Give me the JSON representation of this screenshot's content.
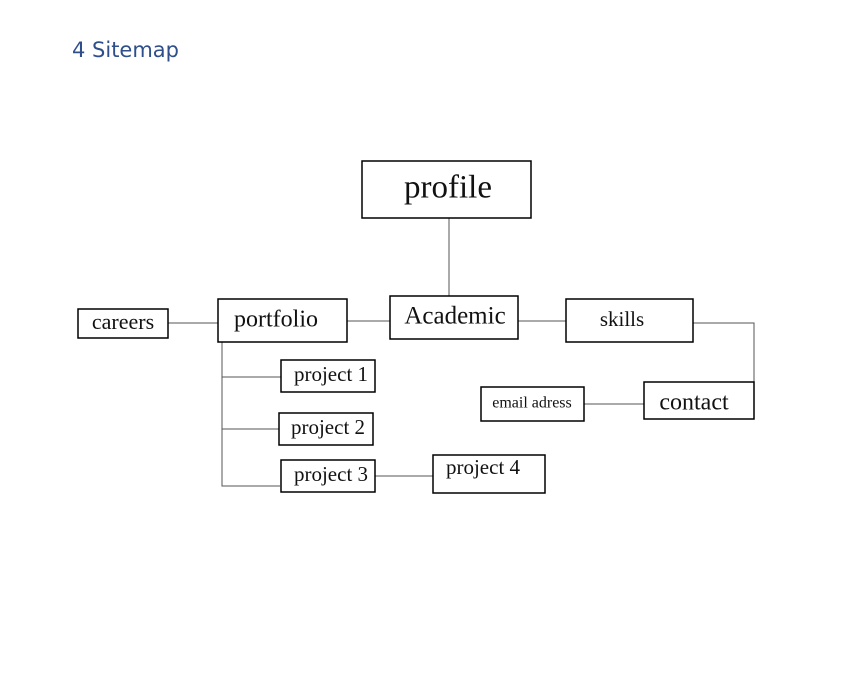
{
  "heading": "4 Sitemap",
  "diagram": {
    "nodes": {
      "profile": "profile",
      "academic": "Academic",
      "portfolio": "portfolio",
      "careers": "careers",
      "skills": "skills",
      "contact": "contact",
      "email": "email adress",
      "project1": "project 1",
      "project2": "project 2",
      "project3": "project 3",
      "project4": "project 4"
    },
    "edges": [
      [
        "profile",
        "academic"
      ],
      [
        "academic",
        "portfolio"
      ],
      [
        "academic",
        "skills"
      ],
      [
        "portfolio",
        "careers"
      ],
      [
        "skills",
        "contact"
      ],
      [
        "contact",
        "email"
      ],
      [
        "portfolio",
        "project1"
      ],
      [
        "portfolio",
        "project2"
      ],
      [
        "portfolio",
        "project3"
      ],
      [
        "project3",
        "project4"
      ]
    ]
  }
}
